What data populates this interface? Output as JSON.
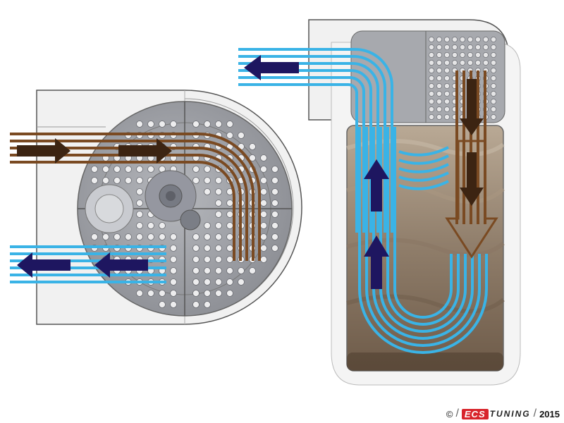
{
  "watermark": {
    "copyright": "©",
    "brand_prefix": "ECS",
    "brand_suffix": "TUNING",
    "year": "2015"
  },
  "colors": {
    "clean_flow": "#3ab3e6",
    "dirty_flow": "#7a4a22",
    "arrow": "#1e1660",
    "dirty_arrow": "#3c2412",
    "housing_fill": "#ececec",
    "housing_stroke": "#555555",
    "disc_fill": "#9ea0a6",
    "oil": "#9b8a78"
  },
  "icons": [
    "copyright-symbol",
    "ecs-tuning-logo"
  ]
}
